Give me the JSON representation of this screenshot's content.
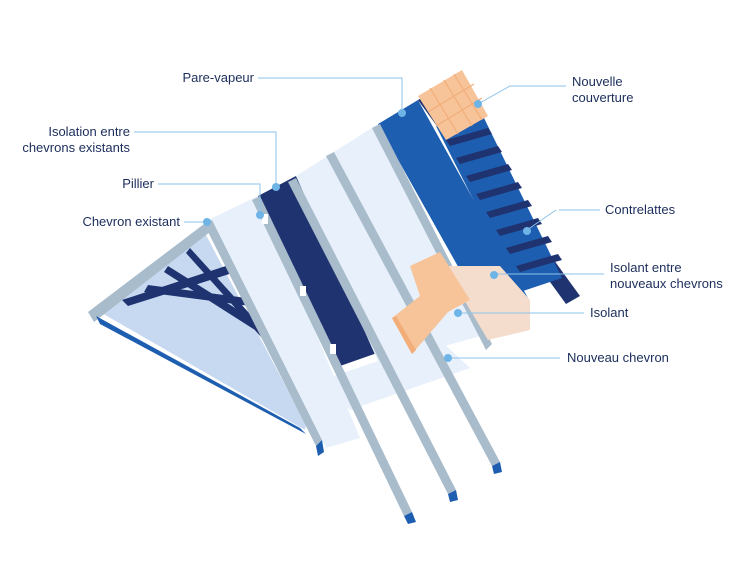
{
  "labels": {
    "pare_vapeur": "Pare-vapeur",
    "isolation_existants": "Isolation entre\nchevrons existants",
    "pillier": "Pillier",
    "chevron_existant": "Chevron existant",
    "nouvelle_couverture": "Nouvelle\ncouverture",
    "contrelattes": "Contrelattes",
    "isolant_entre": "Isolant entre\nnouveaux chevrons",
    "isolant": "Isolant",
    "nouveau_chevron": "Nouveau chevron"
  },
  "colors": {
    "text": "#1b2d5b",
    "leader": "#8ec3ea",
    "dot": "#6fb4e6",
    "navy": "#1f3370",
    "blue": "#1e5eb0",
    "pale": "#e8f1fb",
    "light_blue": "#c6d9f1",
    "grey_blue": "#a9bccb",
    "orange": "#f7c49a",
    "peach": "#f4ddcc"
  }
}
